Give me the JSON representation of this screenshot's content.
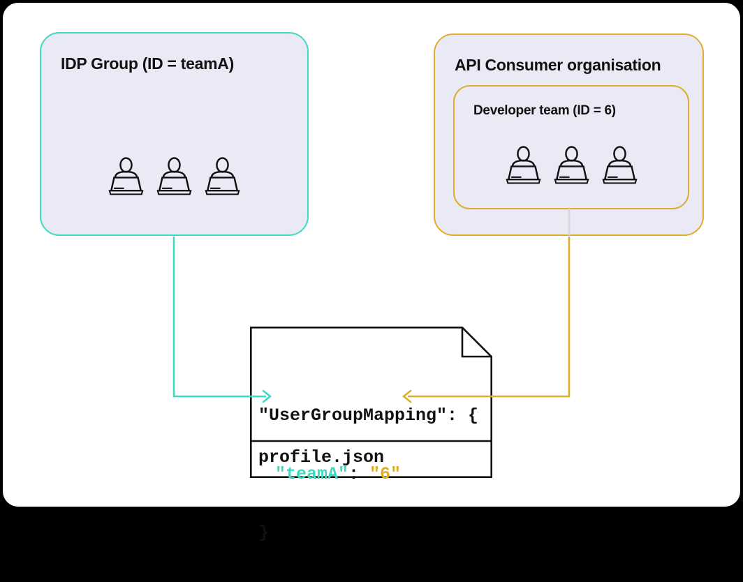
{
  "idp_group_box": {
    "title": "IDP Group (ID = teamA)"
  },
  "api_consumer_box": {
    "title": "API Consumer organisation",
    "developer_team_box": {
      "title": "Developer team (ID = 6)"
    }
  },
  "profile_file": {
    "filename": "profile.json",
    "code": {
      "line1": "\"UserGroupMapping\": {",
      "key": "\"teamA\"",
      "separator": ": ",
      "value": "\"6\"",
      "closing": "}"
    }
  },
  "colors": {
    "teal": "#3ED9C0",
    "gold": "#DDAE2D",
    "connector-gray": "#D8D8D8",
    "box-fill": "#EAEAF6",
    "ink": "#111111"
  }
}
